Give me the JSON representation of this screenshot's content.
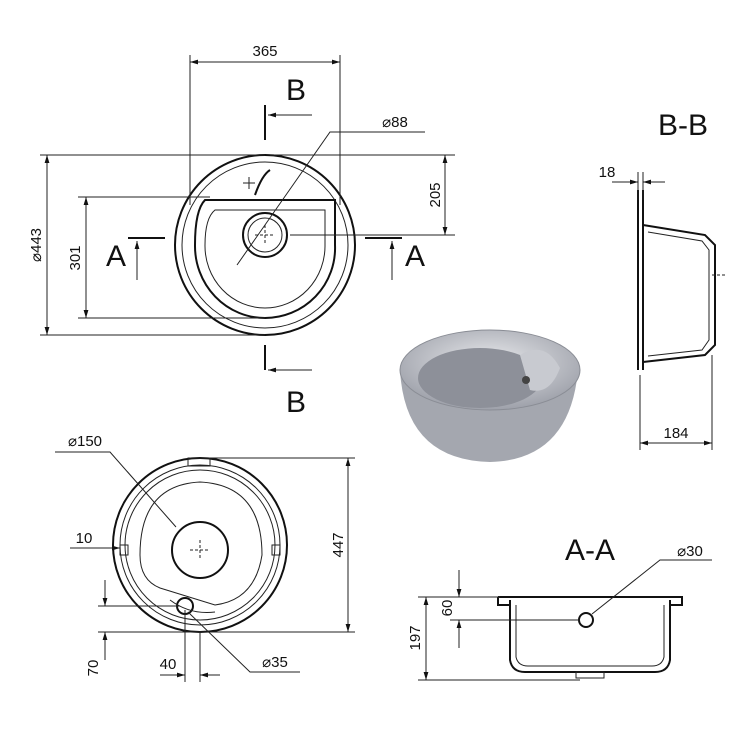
{
  "top_view": {
    "width_dim": "365",
    "section_b_top": "B",
    "section_b_bottom": "B",
    "drain_dia": "⌀88",
    "offset_dim": "205",
    "outer_dia": "⌀443",
    "bowl_dim": "301",
    "section_a_left": "A",
    "section_a_right": "A"
  },
  "section_bb": {
    "title": "B-B",
    "rim_dim": "18",
    "depth_dim": "184"
  },
  "bottom_view": {
    "bowl_dia": "⌀150",
    "wall_dim": "10",
    "height_dim": "447",
    "offset_y_dim": "70",
    "offset_x_dim": "40",
    "hole_dia": "⌀35"
  },
  "section_aa": {
    "title": "A-A",
    "overflow_dia": "⌀30",
    "overflow_height": "60",
    "depth_dim": "197"
  },
  "colors": {
    "line": "#222222",
    "render": "#a9acb4"
  }
}
